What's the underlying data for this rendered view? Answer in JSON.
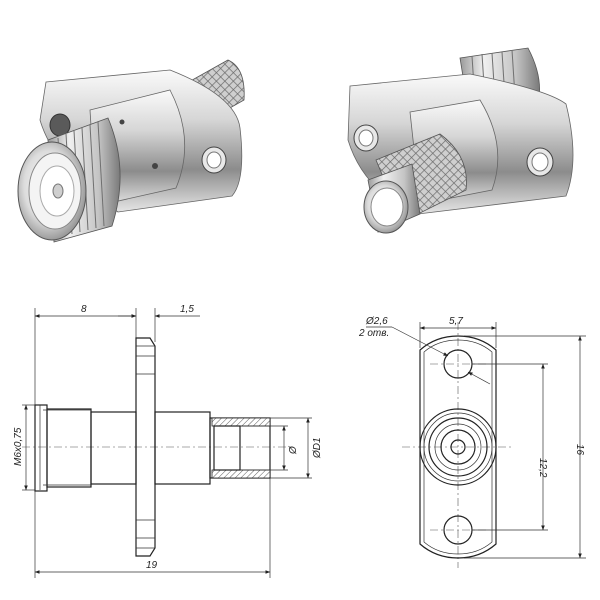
{
  "drawing": {
    "side_view": {
      "dim_flange_offset": "8",
      "dim_flange_thickness": "1,5",
      "dim_thread": "M6x0,75",
      "dim_total_length": "19",
      "dim_inner_diameter": "Ø",
      "dim_outer_diameter": "ØD1"
    },
    "front_view": {
      "dim_hole_diameter": "Ø2,6",
      "dim_hole_count": "2 отв.",
      "dim_flange_width": "5,7",
      "dim_hole_spacing": "12,2",
      "dim_flange_height": "16"
    }
  },
  "colors": {
    "metal_light": "#f2f2f2",
    "metal_mid": "#b9b9b9",
    "metal_dark": "#5e5e5e",
    "line": "#222222"
  }
}
